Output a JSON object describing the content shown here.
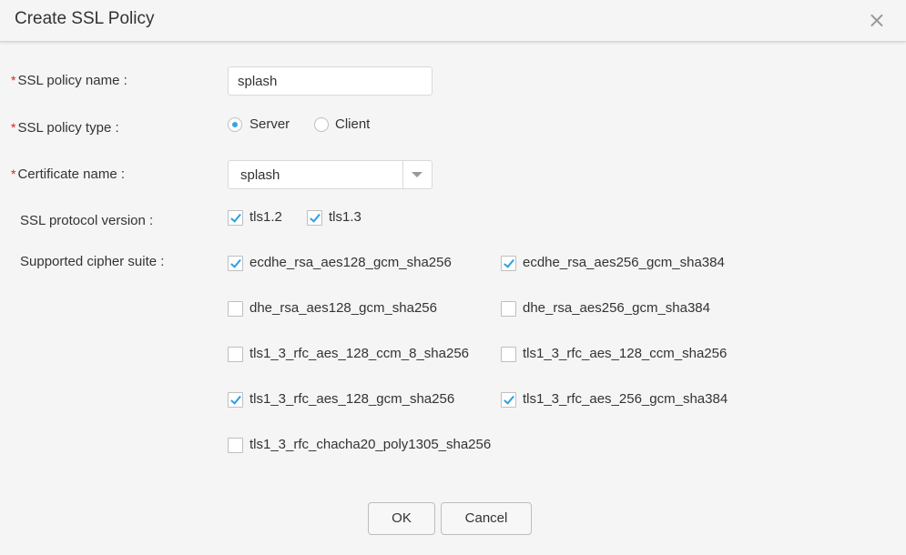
{
  "dialog": {
    "title": "Create SSL Policy",
    "close_glyph": "×"
  },
  "form": {
    "required_mark": "*",
    "policy_name": {
      "label": "SSL policy name :",
      "value": "splash",
      "required": true
    },
    "policy_type": {
      "label": "SSL policy type :",
      "required": true,
      "options": [
        {
          "label": "Server",
          "selected": true
        },
        {
          "label": "Client",
          "selected": false
        }
      ]
    },
    "certificate": {
      "label": "Certificate name :",
      "value": "splash",
      "required": true
    },
    "protocol_version": {
      "label": "SSL protocol version :",
      "options": [
        {
          "label": "tls1.2",
          "checked": true
        },
        {
          "label": "tls1.3",
          "checked": true
        }
      ]
    },
    "cipher_suite": {
      "label": "Supported cipher suite :",
      "options": [
        {
          "label": "ecdhe_rsa_aes128_gcm_sha256",
          "checked": true
        },
        {
          "label": "ecdhe_rsa_aes256_gcm_sha384",
          "checked": true
        },
        {
          "label": "dhe_rsa_aes128_gcm_sha256",
          "checked": false
        },
        {
          "label": "dhe_rsa_aes256_gcm_sha384",
          "checked": false
        },
        {
          "label": "tls1_3_rfc_aes_128_ccm_8_sha256",
          "checked": false
        },
        {
          "label": "tls1_3_rfc_aes_128_ccm_sha256",
          "checked": false
        },
        {
          "label": "tls1_3_rfc_aes_128_gcm_sha256",
          "checked": true
        },
        {
          "label": "tls1_3_rfc_aes_256_gcm_sha384",
          "checked": true
        },
        {
          "label": "tls1_3_rfc_chacha20_poly1305_sha256",
          "checked": false
        }
      ]
    }
  },
  "buttons": {
    "ok": "OK",
    "cancel": "Cancel"
  },
  "colors": {
    "accent": "#3aa3e3",
    "required": "#e02020"
  }
}
